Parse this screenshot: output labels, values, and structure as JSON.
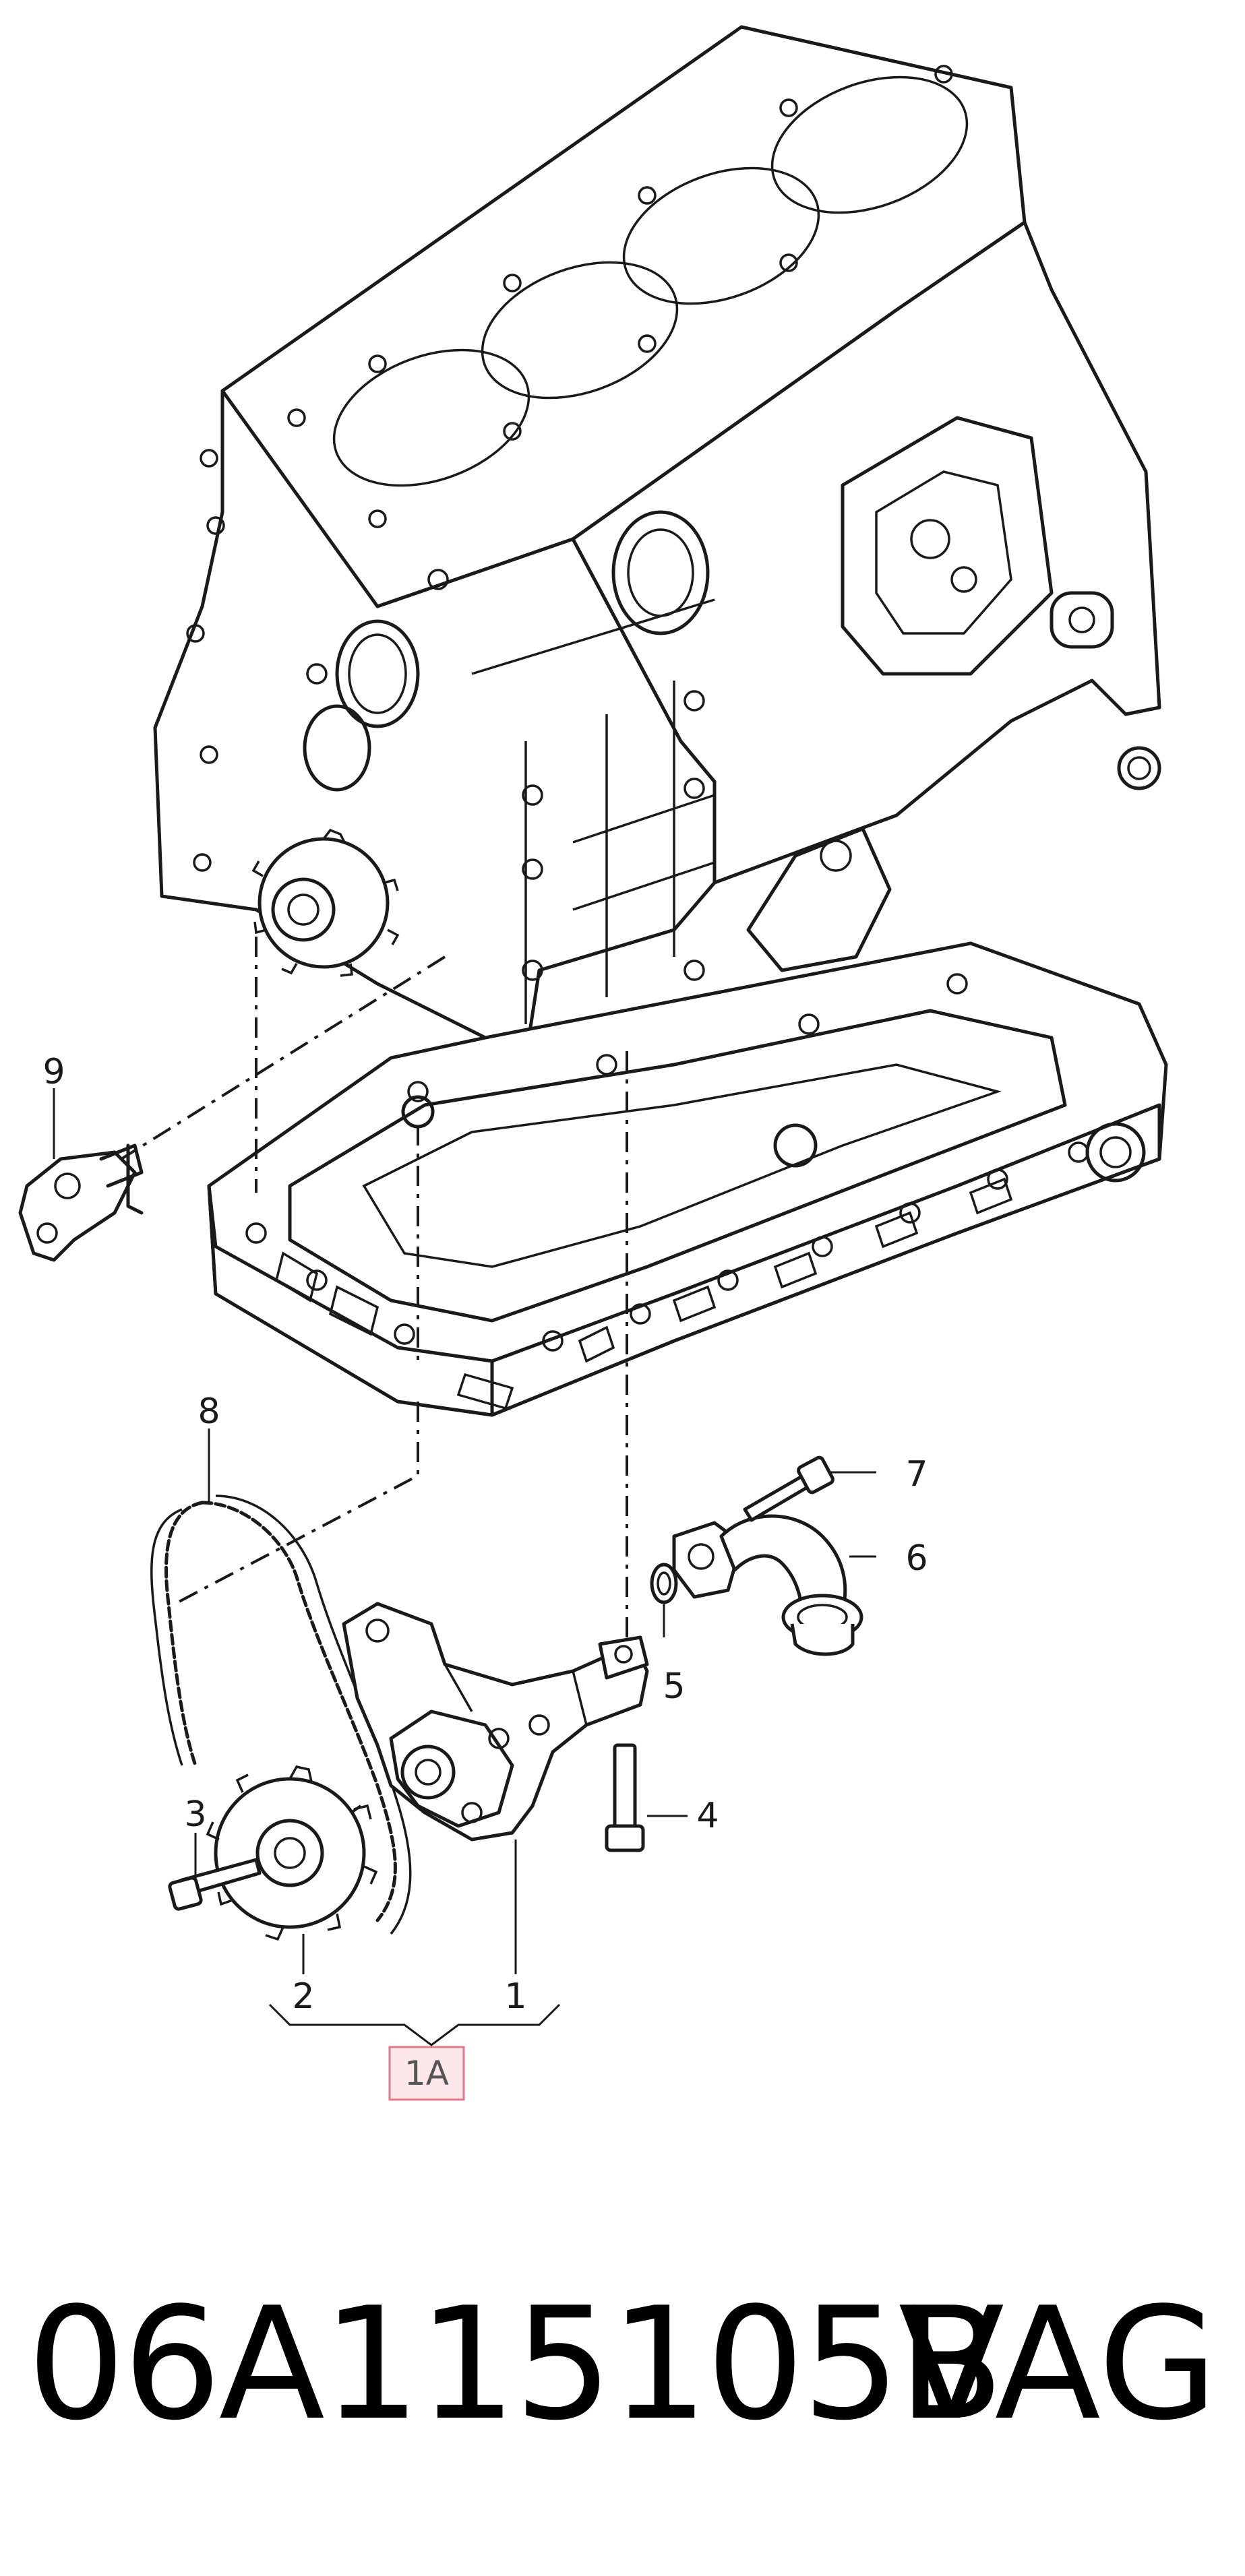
{
  "callouts": {
    "c1": "1",
    "c2": "2",
    "c3": "3",
    "c4": "4",
    "c5": "5",
    "c6": "6",
    "c7": "7",
    "c8": "8",
    "c9": "9"
  },
  "assembly_label": "1A",
  "colors": {
    "line": "#1a1a1a",
    "assembly_box_fill": "#fde7ea",
    "assembly_box_stroke": "#e07a86"
  },
  "footer": {
    "part_number": "06A115105B",
    "brand": "VAG"
  }
}
